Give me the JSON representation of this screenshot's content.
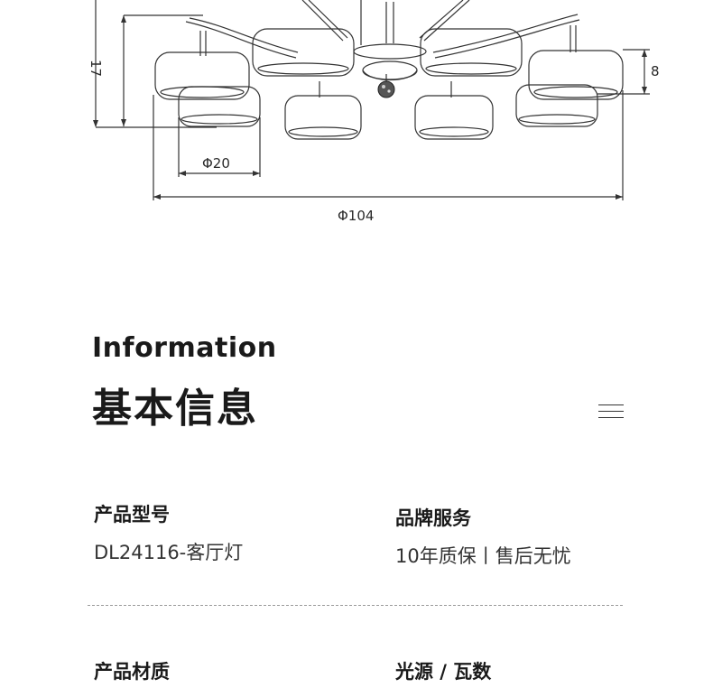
{
  "dimensions": {
    "height": "17",
    "shade_height": "8",
    "shade_diameter": "Φ20",
    "overall_diameter": "Φ104"
  },
  "heading": {
    "english": "Information",
    "chinese": "基本信息"
  },
  "icons": {
    "menu": "hamburger-menu-icon"
  },
  "fields": {
    "model_label": "产品型号",
    "model_value": "DL24116-客厅灯",
    "service_label": "品牌服务",
    "service_value": "10年质保丨售后无忧",
    "material_label": "产品材质",
    "light_label": "光源 / 瓦数"
  }
}
